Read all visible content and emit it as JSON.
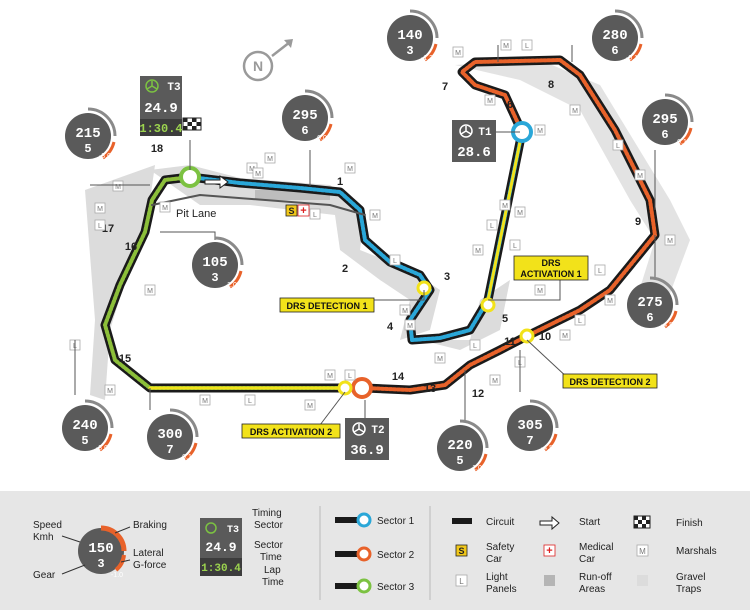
{
  "compass_letter": "N",
  "pit_lane_label": "Pit Lane",
  "timing_sectors": [
    {
      "id": "T3",
      "speed": "24.9",
      "time": "1:30.4"
    },
    {
      "id": "T1",
      "speed": "28.6"
    },
    {
      "id": "T2",
      "speed": "36.9"
    }
  ],
  "gauges": [
    {
      "speed": "140",
      "gear": "3",
      "g": "-1.3"
    },
    {
      "speed": "280",
      "gear": "6",
      "g": "-0.1"
    },
    {
      "speed": "295",
      "gear": "6",
      "g": "0.0"
    },
    {
      "speed": "215",
      "gear": "5",
      "g": "-3.0"
    },
    {
      "speed": "295",
      "gear": "6",
      "g": "0.1"
    },
    {
      "speed": "105",
      "gear": "3",
      "g": "2.0"
    },
    {
      "speed": "275",
      "gear": "6",
      "g": "-4.5"
    },
    {
      "speed": "240",
      "gear": "5",
      "g": "-3.0"
    },
    {
      "speed": "300",
      "gear": "7",
      "g": "0.1"
    },
    {
      "speed": "220",
      "gear": "5",
      "g": "1.0"
    },
    {
      "speed": "305",
      "gear": "7",
      "g": "-4.5"
    }
  ],
  "corners": [
    "1",
    "2",
    "3",
    "4",
    "5",
    "6",
    "7",
    "8",
    "9",
    "10",
    "11",
    "12",
    "13",
    "14",
    "15",
    "16",
    "17",
    "18"
  ],
  "drs": {
    "detection_1": "DRS DETECTION 1",
    "activation_1_line1": "DRS",
    "activation_1_line2": "ACTIVATION 1",
    "detection_2": "DRS DETECTION 2",
    "activation_2": "DRS ACTIVATION 2"
  },
  "marker_letters": {
    "marshal": "M",
    "light": "L",
    "safety_car": "S",
    "medical": "+"
  },
  "legend": {
    "speed": "Speed",
    "kmh": "Kmh",
    "gear": "Gear",
    "braking": "Braking",
    "lateral": "Lateral",
    "gforce": "G-force",
    "gauge_sample": {
      "speed": "150",
      "gear": "3",
      "g": "-1.0"
    },
    "timing_sample": {
      "id": "T3",
      "speed": "24.9",
      "time": "1:30.4"
    },
    "timing_sector": "Timing",
    "timing_sector2": "Sector",
    "sector_time1": "Sector",
    "sector_time2": "Time",
    "lap_time1": "Lap",
    "lap_time2": "Time",
    "sector1": "Sector 1",
    "sector2": "Sector 2",
    "sector3": "Sector 3",
    "circuit": "Circuit",
    "safety1": "Safety",
    "safety2": "Car",
    "light1": "Light",
    "light2": "Panels",
    "start": "Start",
    "medical1": "Medical",
    "medical2": "Car",
    "runoff1": "Run-off",
    "runoff2": "Areas",
    "finish": "Finish",
    "marshals": "Marshals",
    "gravel1": "Gravel",
    "gravel2": "Traps"
  },
  "colors": {
    "sector1": "#2aa7d8",
    "sector2": "#e8622a",
    "sector3": "#8cbf3a",
    "drs": "#f2e21a",
    "gauge_bg": "#5a5a5a",
    "gauge_accent": "#e8622a",
    "timing_green": "#7cc242"
  }
}
